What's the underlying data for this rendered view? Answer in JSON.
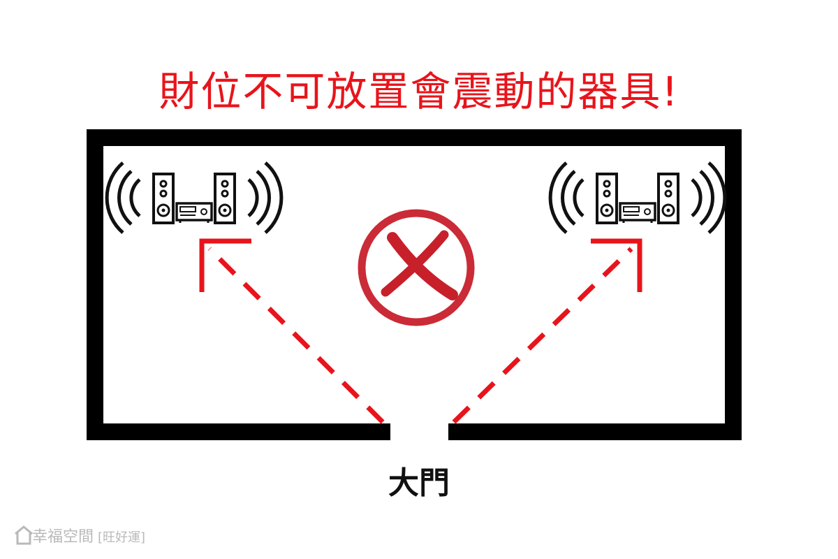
{
  "title": "財位不可放置會震動的器具!",
  "door_label": "大門",
  "watermark": {
    "brand": "幸福空間",
    "tag": "[旺好運]"
  },
  "icons": {
    "left_device": "stereo-speaker-system-icon",
    "right_device": "stereo-speaker-system-icon",
    "center_mark": "red-circle-x-icon",
    "brand_logo": "house-outline-icon"
  },
  "colors": {
    "accent_red": "#e8141b",
    "mark_red": "#c7202b",
    "wall": "#000000",
    "text": "#111111",
    "watermark": "#b9b9b9"
  }
}
